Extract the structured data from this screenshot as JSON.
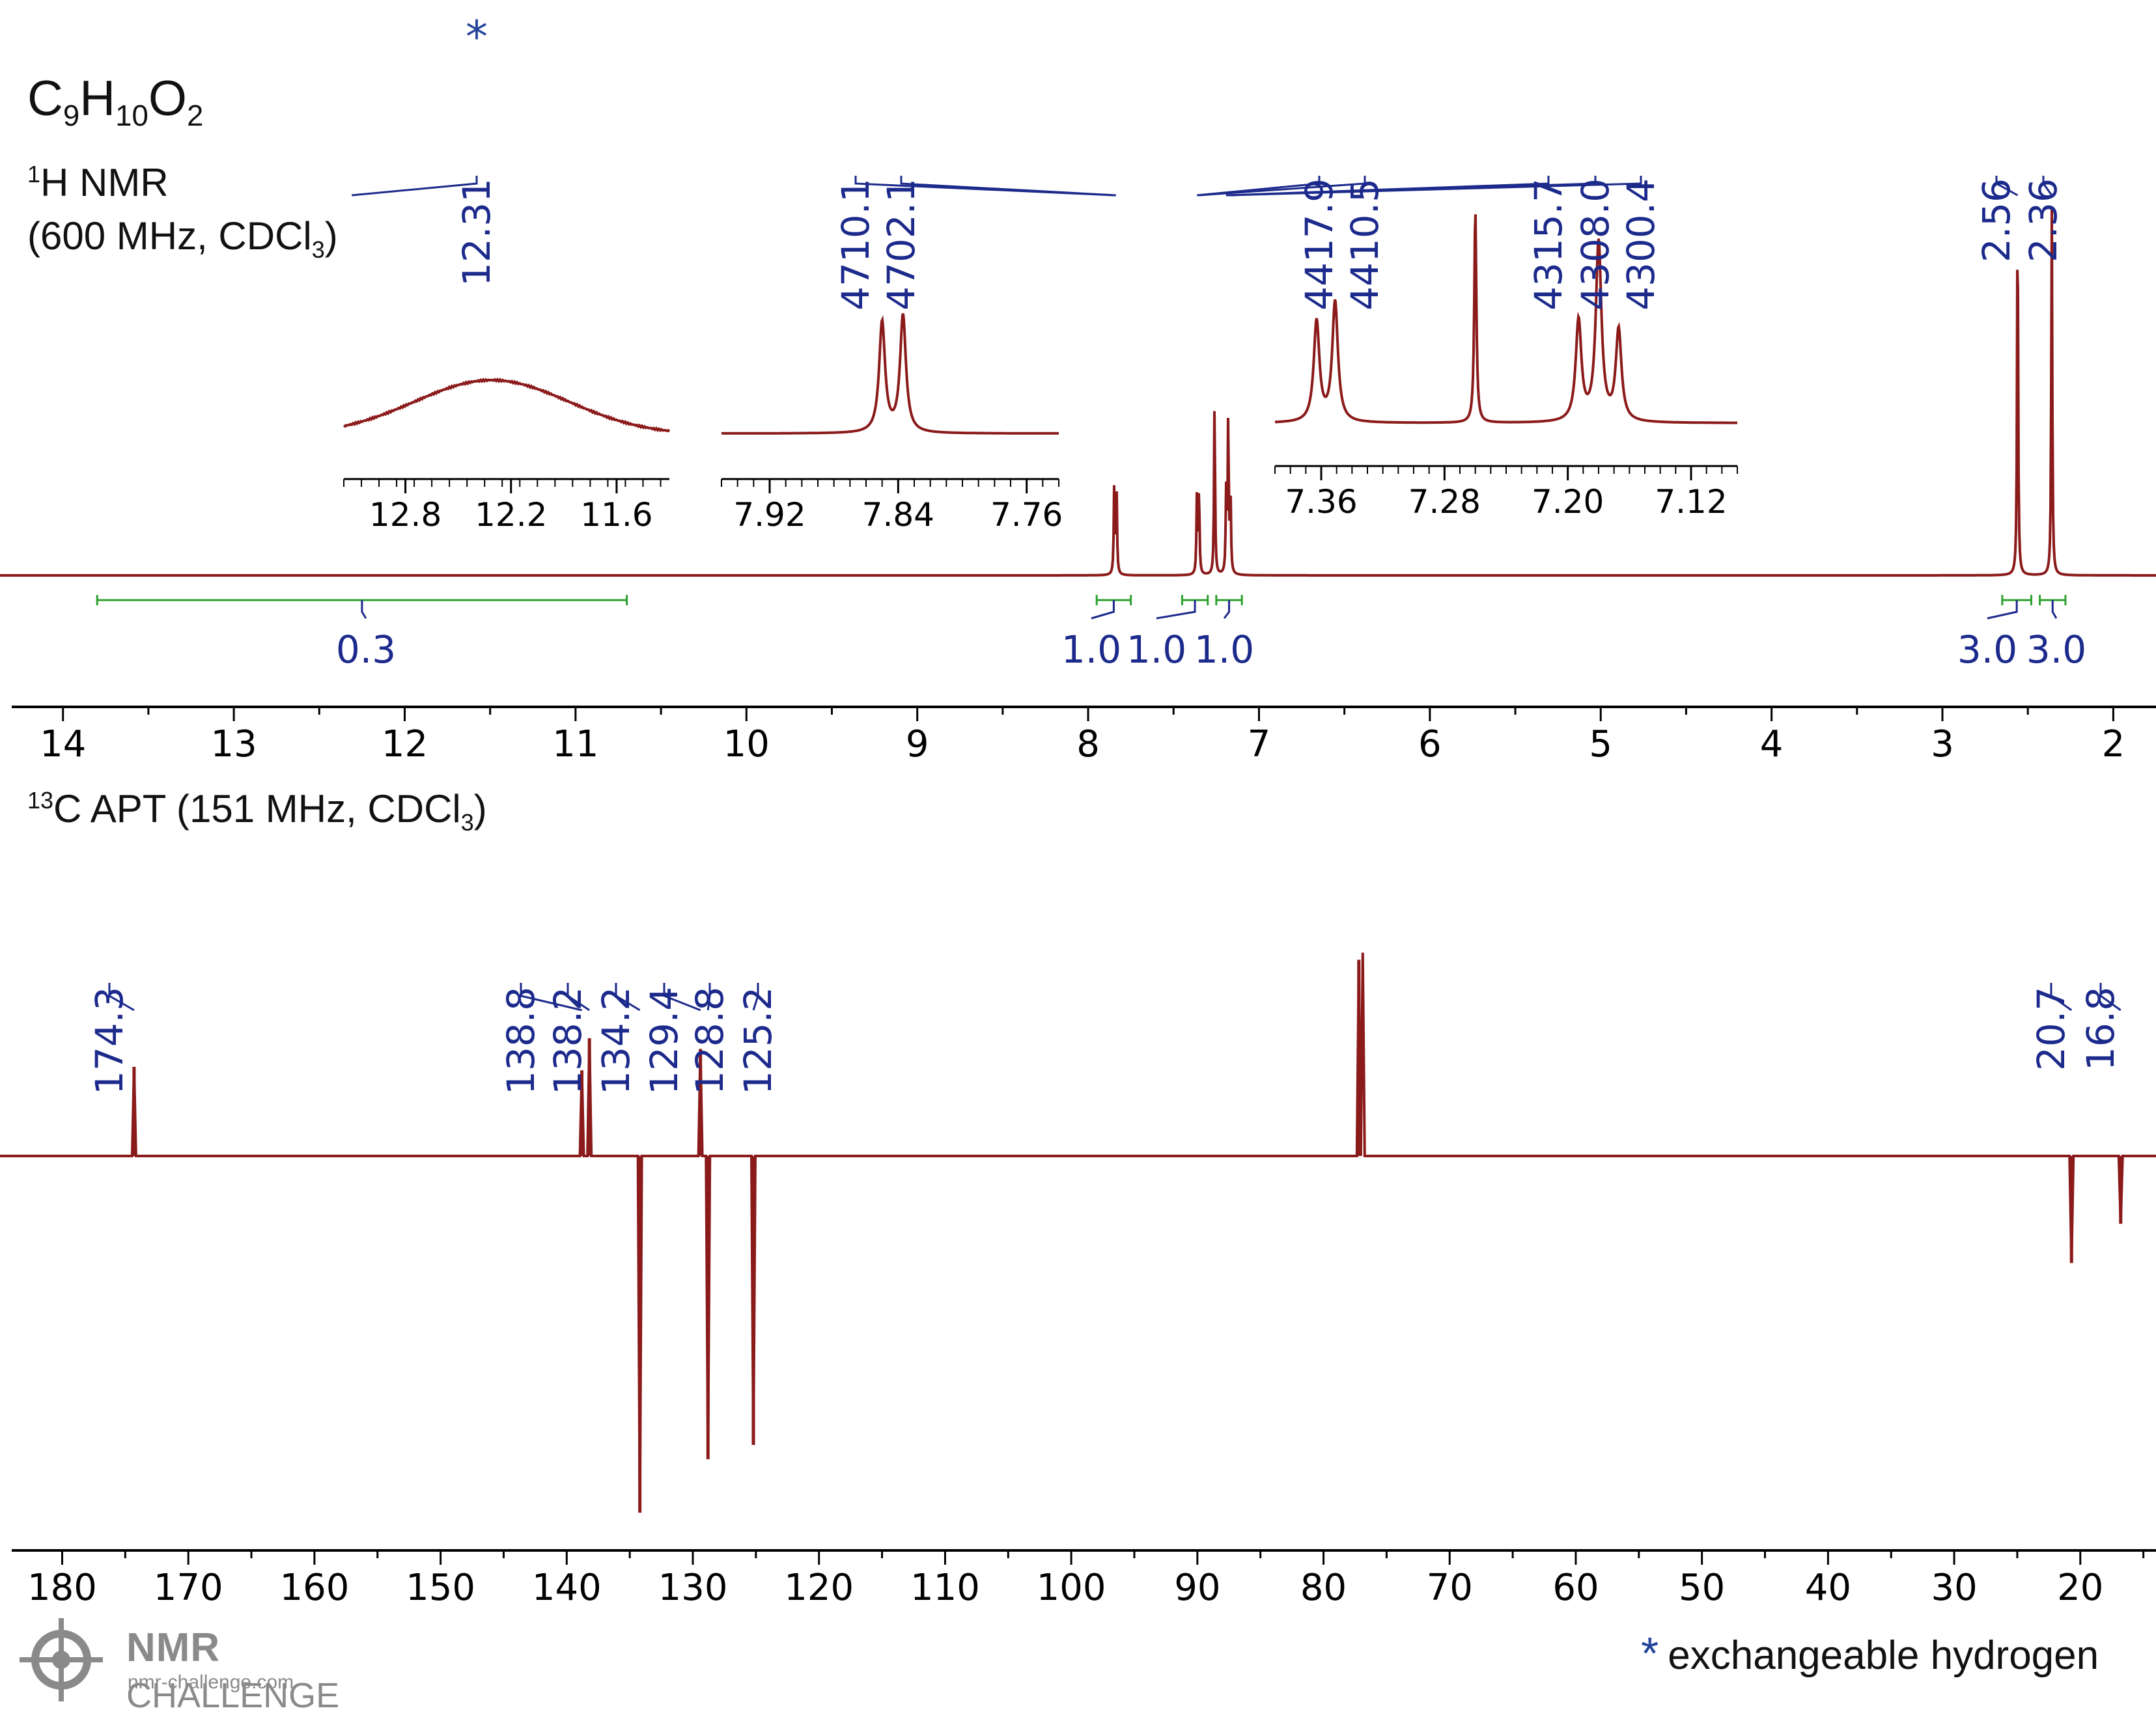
{
  "header": {
    "formula_base": [
      "C",
      "H",
      "O"
    ],
    "formula_subs": [
      "9",
      "10",
      "2"
    ],
    "h_sup": "1",
    "h_title": "H NMR",
    "h_cond_pre": "(600 MHz, CDCl",
    "h_cond_sub": "3",
    "h_cond_post": ")",
    "c_sup": "13",
    "c_title": "C APT (151 MHz, CDCl",
    "c_sub": "3",
    "c_post": ")"
  },
  "legend": {
    "star": "*",
    "text": "exchangeable hydrogen"
  },
  "logo": {
    "brand": "NMR",
    "brand2": "CHALLENGE",
    "url": "nmr-challenge.com"
  },
  "colors": {
    "spectrum": "#8b1a1a",
    "peak_label": "#1c2a8c",
    "integral": "#2ca02c",
    "axis": "#000000",
    "star": "#23449a"
  },
  "chart_data": [
    {
      "type": "line",
      "title": "1H NMR (600 MHz, CDCl3)",
      "xlabel": "",
      "ylabel": "",
      "xlim": [
        14.3,
        1.75
      ],
      "x_ticks": [
        14,
        13,
        12,
        11,
        10,
        9,
        8,
        7,
        6,
        5,
        4,
        3,
        2
      ],
      "peaks": [
        {
          "ppm": 7.847,
          "height": 0.22
        },
        {
          "ppm": 7.834,
          "height": 0.23
        },
        {
          "ppm": 7.363,
          "height": 0.2
        },
        {
          "ppm": 7.351,
          "height": 0.21
        },
        {
          "ppm": 7.26,
          "height": 0.43
        },
        {
          "ppm": 7.192,
          "height": 0.2
        },
        {
          "ppm": 7.18,
          "height": 0.38
        },
        {
          "ppm": 7.167,
          "height": 0.2
        },
        {
          "ppm": 2.56,
          "height": 0.95
        },
        {
          "ppm": 2.36,
          "height": 0.91
        }
      ],
      "peak_labels": [
        {
          "text": "12.31",
          "ppm": 12.31,
          "star": "*"
        },
        {
          "text": "4710.1",
          "ppm": 7.85
        },
        {
          "text": "4702.1",
          "ppm": 7.837
        },
        {
          "text": "4417.9",
          "ppm": 7.363
        },
        {
          "text": "4410.5",
          "ppm": 7.351
        },
        {
          "text": "4315.7",
          "ppm": 7.193
        },
        {
          "text": "4308.0",
          "ppm": 7.18
        },
        {
          "text": "4300.4",
          "ppm": 7.167
        },
        {
          "text": "2.56",
          "ppm": 2.56
        },
        {
          "text": "2.36",
          "ppm": 2.36
        }
      ],
      "integrals": [
        {
          "from": 13.8,
          "to": 10.7,
          "value": "0.3"
        },
        {
          "from": 7.95,
          "to": 7.75,
          "value": "1.0"
        },
        {
          "from": 7.45,
          "to": 7.3,
          "value": "1.0"
        },
        {
          "from": 7.25,
          "to": 7.1,
          "value": "1.0"
        },
        {
          "from": 2.65,
          "to": 2.48,
          "value": "3.0"
        },
        {
          "from": 2.43,
          "to": 2.28,
          "value": "3.0"
        }
      ],
      "insets": [
        {
          "xlim": [
            13.15,
            11.3
          ],
          "ticks": [
            "12.8",
            "12.2",
            "11.6"
          ],
          "tick_values": [
            12.8,
            12.2,
            11.6
          ],
          "minor_step": 0.1
        },
        {
          "xlim": [
            7.95,
            7.74
          ],
          "ticks": [
            "7.92",
            "7.84",
            "7.76"
          ],
          "tick_values": [
            7.92,
            7.84,
            7.76
          ],
          "minor_step": 0.01
        },
        {
          "xlim": [
            7.39,
            7.09
          ],
          "ticks": [
            "7.36",
            "7.28",
            "7.20",
            "7.12"
          ],
          "tick_values": [
            7.36,
            7.28,
            7.2,
            7.12
          ],
          "minor_step": 0.01
        }
      ]
    },
    {
      "type": "line",
      "title": "13C APT (151 MHz, CDCl3)",
      "xlabel": "",
      "ylabel": "",
      "xlim": [
        184,
        14
      ],
      "x_ticks": [
        180,
        170,
        160,
        150,
        140,
        130,
        120,
        110,
        100,
        90,
        80,
        70,
        60,
        50,
        40,
        30,
        20
      ],
      "peaks": [
        {
          "ppm": 174.3,
          "intensity": 0.25
        },
        {
          "ppm": 138.8,
          "intensity": 0.24
        },
        {
          "ppm": 138.2,
          "intensity": 0.33
        },
        {
          "ppm": 134.2,
          "intensity": -1.0
        },
        {
          "ppm": 129.4,
          "intensity": 0.3
        },
        {
          "ppm": 128.8,
          "intensity": -0.85
        },
        {
          "ppm": 125.2,
          "intensity": -0.81
        },
        {
          "ppm": 77.2,
          "intensity": 0.55
        },
        {
          "ppm": 20.7,
          "intensity": -0.3
        },
        {
          "ppm": 16.8,
          "intensity": -0.19
        }
      ],
      "peak_labels": [
        {
          "text": "174.3",
          "ppm": 174.3
        },
        {
          "text": "138.8",
          "ppm": 138.8
        },
        {
          "text": "138.2",
          "ppm": 138.2
        },
        {
          "text": "134.2",
          "ppm": 134.2
        },
        {
          "text": "129.4",
          "ppm": 129.4
        },
        {
          "text": "128.8",
          "ppm": 128.8
        },
        {
          "text": "125.2",
          "ppm": 125.2
        },
        {
          "text": "20.7",
          "ppm": 20.7
        },
        {
          "text": "16.8",
          "ppm": 16.8
        }
      ]
    }
  ]
}
